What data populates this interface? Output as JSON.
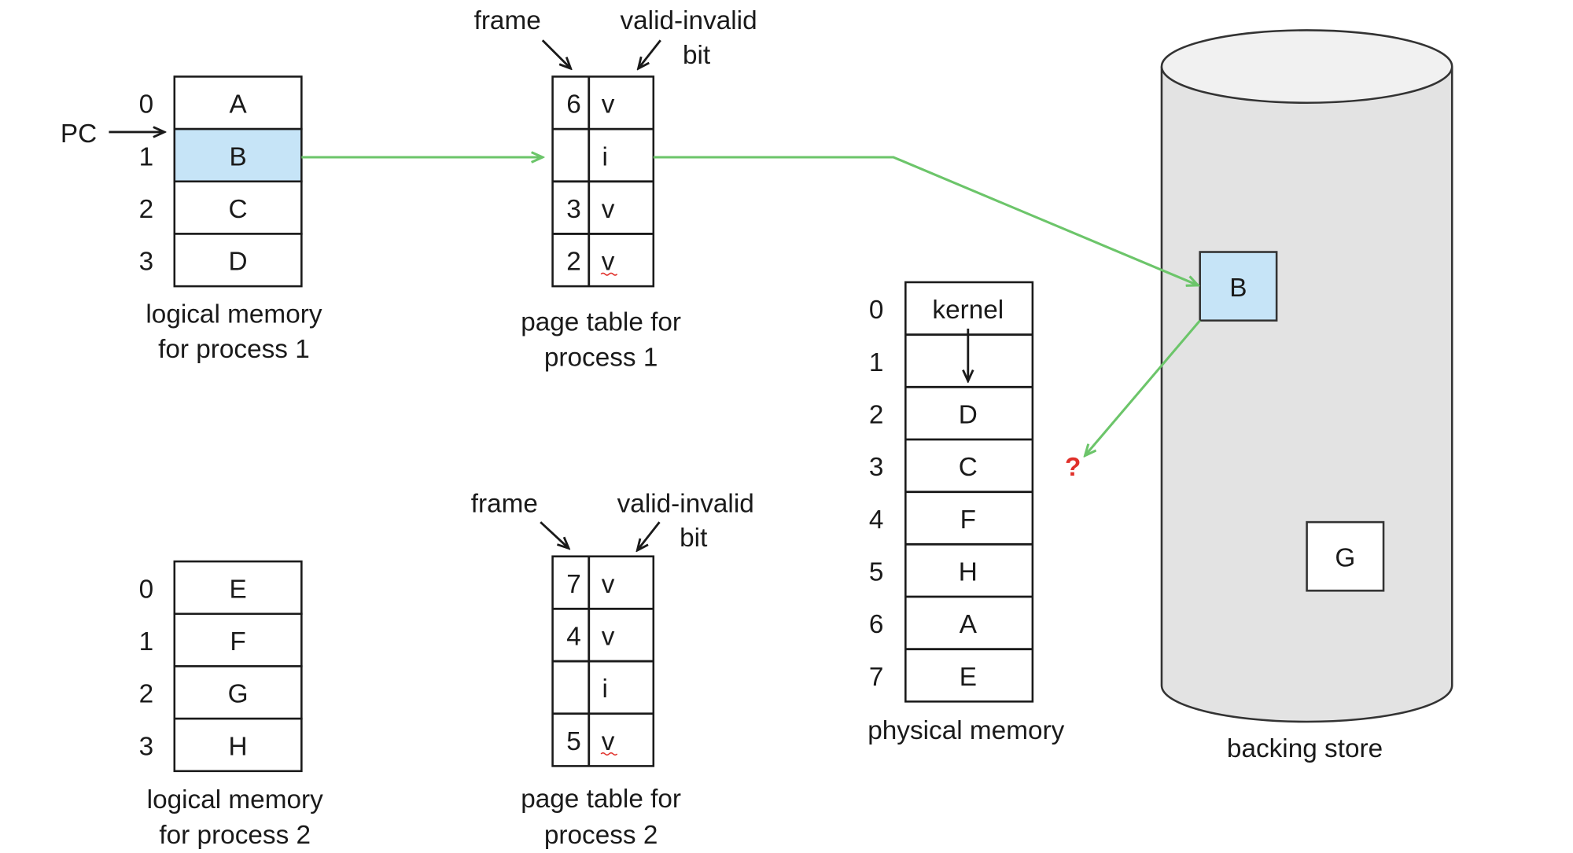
{
  "process1": {
    "logical": {
      "indices": [
        "0",
        "1",
        "2",
        "3"
      ],
      "pages": [
        "A",
        "B",
        "C",
        "D"
      ],
      "caption_line1": "logical memory",
      "caption_line2": "for process 1"
    },
    "pc_label": "PC",
    "page_table": {
      "frame_label": "frame",
      "valid_label_line1": "valid-invalid",
      "valid_label_line2": "bit",
      "frames": [
        "6",
        "",
        "3",
        "2"
      ],
      "bits": [
        "v",
        "i",
        "v",
        "v"
      ],
      "caption_line1": "page table for",
      "caption_line2": "process 1"
    }
  },
  "process2": {
    "logical": {
      "indices": [
        "0",
        "1",
        "2",
        "3"
      ],
      "pages": [
        "E",
        "F",
        "G",
        "H"
      ],
      "caption_line1": "logical memory",
      "caption_line2": "for process 2"
    },
    "page_table": {
      "frame_label": "frame",
      "valid_label_line1": "valid-invalid",
      "valid_label_line2": "bit",
      "frames": [
        "7",
        "4",
        "",
        "5"
      ],
      "bits": [
        "v",
        "v",
        "i",
        "v"
      ],
      "caption_line1": "page table for",
      "caption_line2": "process 2"
    }
  },
  "physical": {
    "indices": [
      "0",
      "1",
      "2",
      "3",
      "4",
      "5",
      "6",
      "7"
    ],
    "frames": [
      "kernel",
      "",
      "D",
      "C",
      "F",
      "H",
      "A",
      "E"
    ],
    "caption": "physical memory"
  },
  "backing_store": {
    "caption": "backing store",
    "items": [
      "B",
      "G"
    ]
  },
  "question_mark": "?",
  "colors": {
    "highlight": "#c6e4f7",
    "arrow_green": "#6cc56a",
    "question_red": "#e0302a",
    "cylinder": "#e3e3e3"
  }
}
